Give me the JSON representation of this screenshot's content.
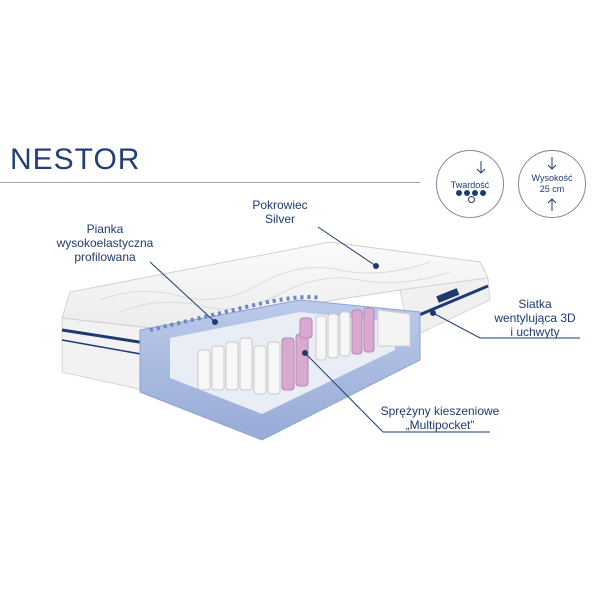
{
  "product": {
    "name": "NESTOR"
  },
  "labels": {
    "foam": [
      "Pianka",
      "wysokoelastyczna",
      "profilowana"
    ],
    "cover": [
      "Pokrowiec",
      "Silver"
    ],
    "mesh": [
      "Siatka",
      "wentylująca 3D",
      "i uchwyty"
    ],
    "springs": [
      "Sprężyny kieszeniowe",
      "„Multipocket”"
    ]
  },
  "badges": {
    "firmness": {
      "label": "Twardość",
      "level": 4,
      "max": 5
    },
    "height": {
      "label": "Wysokość",
      "value": "25 cm"
    }
  },
  "colors": {
    "brand": "#1f3a6e",
    "foam": "#a9b9de",
    "spring_white": "#f4f4f4",
    "spring_pink": "#d9a9cf"
  }
}
